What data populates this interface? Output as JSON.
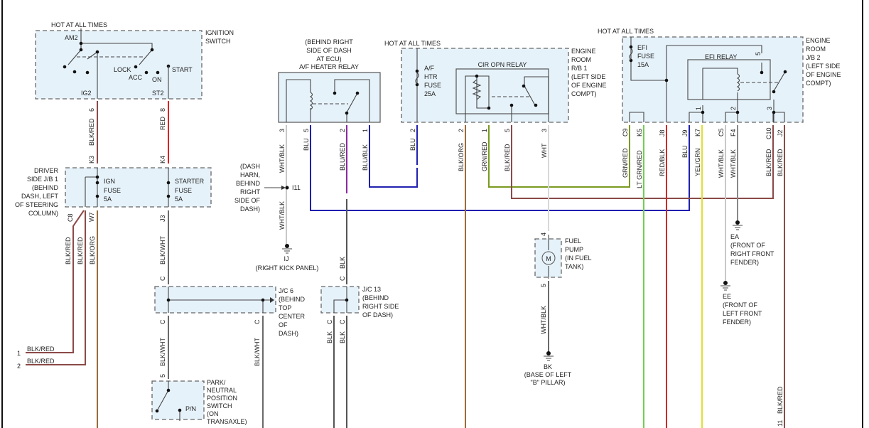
{
  "colors": {
    "blk_red": "#8b4a48",
    "red": "#e02020",
    "blk_org": "#9a6a3a",
    "blk_wht": "#6a6a6a",
    "blu": "#2020b0",
    "blu_red": "#8a2aa0",
    "blk": "#555555",
    "wht_blk": "#c8c8c8",
    "grn_red": "#7a9a20",
    "lt_grn_red": "#70d050",
    "red_blk": "#d02828",
    "yel_grn": "#e0e030",
    "wht": "#d8d8d8",
    "box_fill": "#e6f2fa"
  },
  "ignition_switch": {
    "hot": "HOT AT ALL TIMES",
    "title1": "IGNITION",
    "title2": "SWITCH",
    "am2": "AM2",
    "lock": "LOCK",
    "acc": "ACC",
    "on": "ON",
    "start": "START",
    "ig2": "IG2",
    "st2": "ST2",
    "pin_ig2": "6",
    "pin_st2": "8"
  },
  "wires": {
    "ig2_wire": "BLK/RED",
    "st2_wire": "RED",
    "c8_wire": "BLK/RED",
    "w7_wire_a": "BLK/RED",
    "w7_wire_b": "BLK/ORG",
    "j3_wire": "BLK/WHT",
    "jc6_out_a": "BLK/WHT",
    "jc6_out_b": "BLK/WHT",
    "afh_3": "WHT/BLK",
    "afh_5": "BLU",
    "afh_2": "BLU/RED",
    "afh_1": "BLU/BLK",
    "i11_below": "WHT/BLK",
    "rb1_2_fuse": "BLU",
    "cir_2": "BLK/ORG",
    "cir_1": "GRN/RED",
    "cir_5": "BLK/RED",
    "cir_3": "WHT",
    "jc13_in": "BLK",
    "jc13_out_a": "BLK",
    "jc13_out_b": "BLK",
    "c9": "GRN/RED",
    "k5": "LT GRN/RED",
    "j8": "RED/BLK",
    "j9": "BLU",
    "k7": "YEL/GRN",
    "c5": "WHT/BLK",
    "f4": "WHT/BLK",
    "c10": "BLK/RED",
    "j2": "BLK/RED",
    "pump_out": "WHT/BLK",
    "bottom_right": "BLK/RED"
  },
  "junction_block_1": {
    "title": [
      "DRIVER",
      "SIDE J/B 1",
      "(BEHIND",
      "DASH, LEFT",
      "OF STEERING",
      "COLUMN)"
    ],
    "in_k3": "K3",
    "in_k4": "K4",
    "ign_fuse": [
      "IGN",
      "FUSE",
      "5A"
    ],
    "starter_fuse": [
      "STARTER",
      "FUSE",
      "5A"
    ],
    "out_c8": "C8",
    "out_w7": "W7",
    "out_j3": "J3"
  },
  "left_terminals": {
    "t1": "1",
    "t1_label": "BLK/RED",
    "t2": "2",
    "t2_label": "BLK/RED"
  },
  "af_heater_relay": {
    "location": [
      "(BEHIND RIGHT",
      "SIDE OF DASH",
      "AT ECU)"
    ],
    "title": "A/F HEATER RELAY",
    "pins": [
      "3",
      "5",
      "2",
      "1"
    ]
  },
  "dash_harness": {
    "label": [
      "(DASH",
      "HARN,",
      "BEHIND",
      "RIGHT",
      "SIDE OF",
      "DASH)"
    ],
    "connector": "I11"
  },
  "ground_ij": {
    "code": "IJ",
    "location": "(RIGHT KICK PANEL)"
  },
  "engine_room_rb1": {
    "hot": "HOT AT ALL TIMES",
    "title": [
      "ENGINE",
      "ROOM",
      "R/B 1",
      "(LEFT SIDE",
      "OF ENGINE",
      "COMPT)"
    ],
    "fuse": [
      "A/F",
      "HTR",
      "FUSE",
      "25A"
    ],
    "fuse_pin": "2",
    "relay_title": "CIR OPN RELAY",
    "pins": [
      "2",
      "1",
      "5",
      "3"
    ]
  },
  "engine_room_jb2": {
    "hot": "HOT AT ALL TIMES",
    "title": [
      "ENGINE",
      "ROOM",
      "J/B 2",
      "(LEFT SIDE",
      "OF ENGINE",
      "COMPT)"
    ],
    "fuse": [
      "EFI",
      "FUSE",
      "15A"
    ],
    "relay_title": "EFI RELAY",
    "relay_pins": [
      "5",
      "1",
      "2",
      "3"
    ],
    "connectors": [
      "C9",
      "K5",
      "J8",
      "J9",
      "K7",
      "C5",
      "F4",
      "C10",
      "J2"
    ]
  },
  "jc6": {
    "title": [
      "J/C 6",
      "(BEHIND",
      "TOP",
      "CENTER",
      "OF",
      "DASH)"
    ],
    "pin": "C"
  },
  "jc13": {
    "title": [
      "J/C 13",
      "(BEHIND",
      "RIGHT SIDE",
      "OF DASH)"
    ],
    "pin": "C"
  },
  "fuel_pump": {
    "title": [
      "FUEL",
      "PUMP",
      "(IN FUEL",
      "TANK)"
    ],
    "motor": "M",
    "pin_in": "4",
    "pin_out": "5"
  },
  "ground_bk": {
    "code": "BK",
    "location": [
      "(BASE OF LEFT",
      "\"B\" PILLAR)"
    ]
  },
  "ground_ea": {
    "code": "EA",
    "location": [
      "(FRONT OF",
      "RIGHT FRONT",
      "FENDER)"
    ]
  },
  "ground_ee": {
    "code": "EE",
    "location": [
      "(FRONT OF",
      "LEFT FRONT",
      "FENDER)"
    ]
  },
  "park_neutral_switch": {
    "title": [
      "PARK/",
      "NEUTRAL",
      "POSITION",
      "SWITCH",
      "(ON",
      "TRANSAXLE)"
    ],
    "contact": "P/N",
    "pin": "5"
  },
  "bottom_right_pin": "11"
}
